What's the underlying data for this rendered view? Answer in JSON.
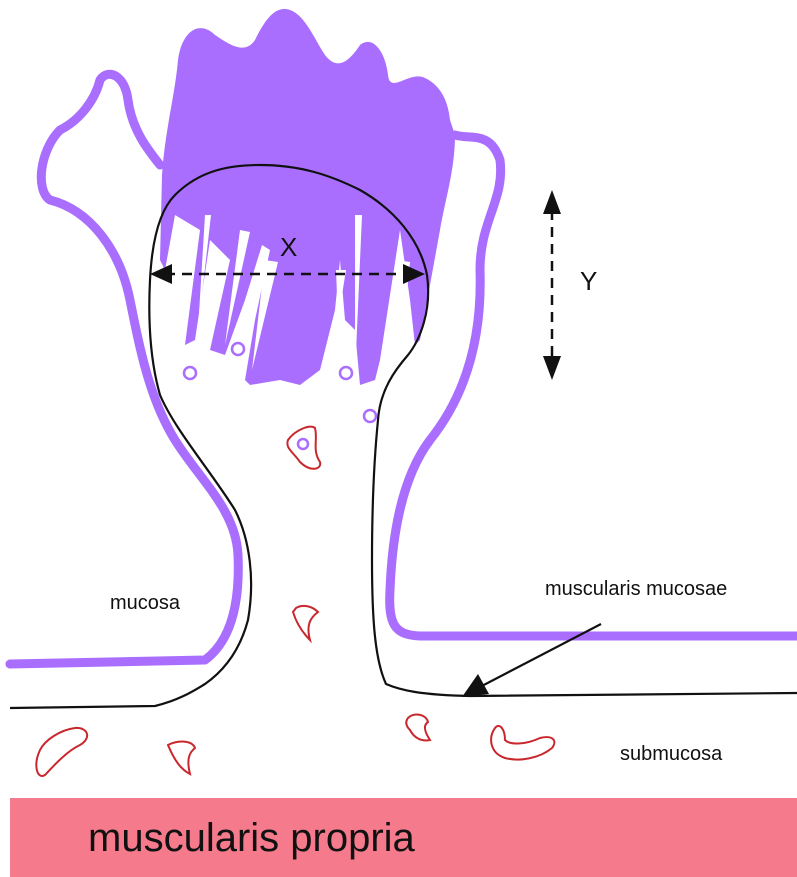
{
  "labels": {
    "mucosa": "mucosa",
    "muscularis_mucosae": "muscularis mucosae",
    "submucosa": "submucosa",
    "muscularis_propria": "muscularis propria",
    "dimension_x": "X",
    "dimension_y": "Y"
  },
  "colors": {
    "mucosa_purple": "#AA6EFF",
    "outline_black": "#111111",
    "vessel_red": "#C8282D",
    "muscularis_propria_pink": "#F47A8C"
  }
}
